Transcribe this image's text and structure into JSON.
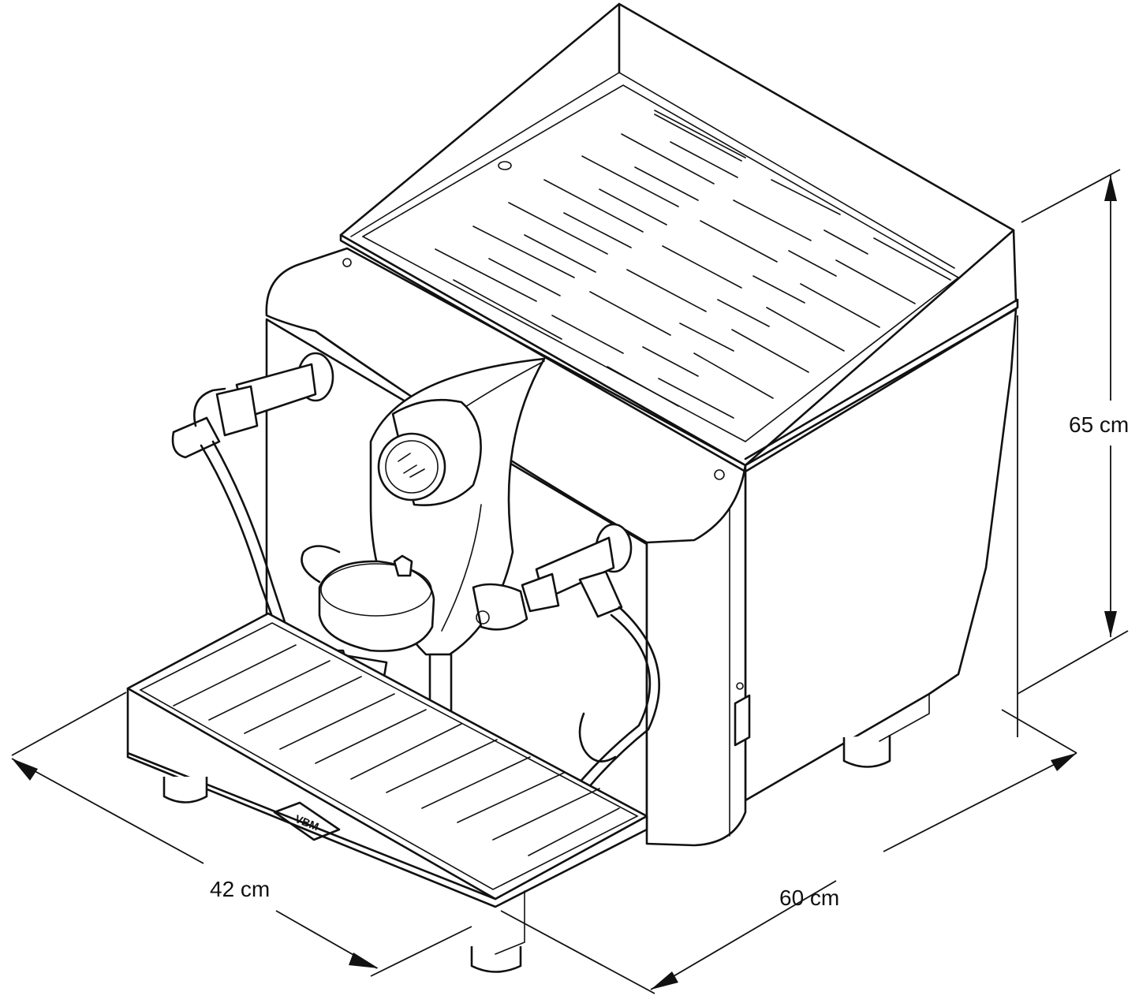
{
  "figure": {
    "brand_logo": "VBM",
    "dimensions": {
      "width_label": "42 cm",
      "depth_label": "60 cm",
      "height_label": "65 cm"
    }
  }
}
